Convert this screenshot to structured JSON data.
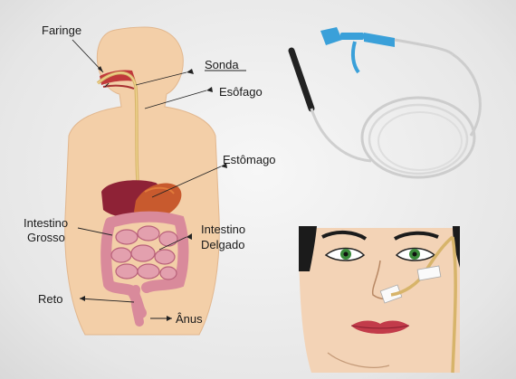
{
  "labels": {
    "faringe": "Faringe",
    "sonda": "Sonda",
    "esofago": "Esôfago",
    "estomago": "Estômago",
    "intestino_grosso_1": "Intestino",
    "intestino_grosso_2": "Grosso",
    "intestino_delgado_1": "Intestino",
    "intestino_delgado_2": "Delgado",
    "reto": "Reto",
    "anus": "Ânus"
  },
  "colors": {
    "skin": "#f3cfa8",
    "skin_shadow": "#e6b98d",
    "tube": "#d7b46a",
    "liver": "#8e2236",
    "stomach": "#c0392b",
    "intestine": "#d98a9b",
    "intestine_dark": "#b8607a",
    "connector": "#3aa0d9",
    "face": "#f3d3b6"
  }
}
